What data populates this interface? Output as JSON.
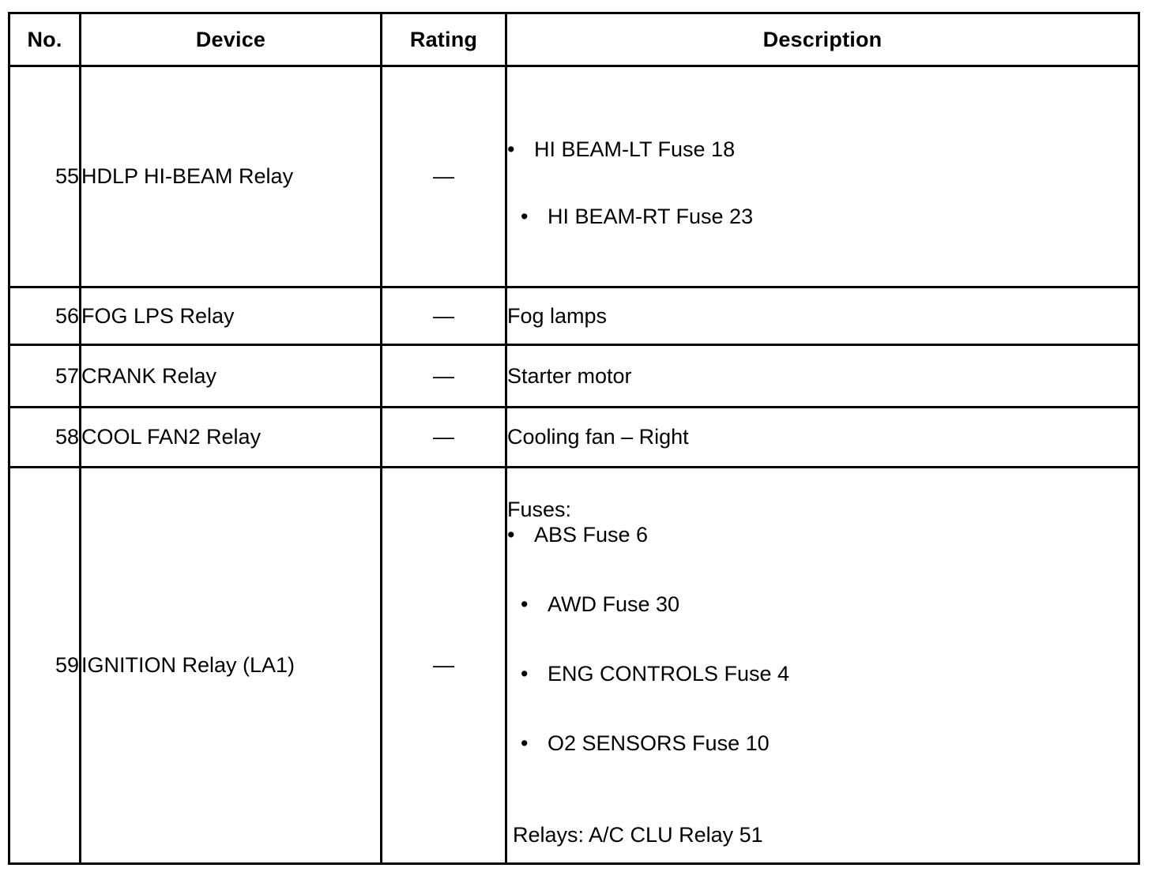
{
  "table": {
    "columns": [
      {
        "key": "no",
        "label": "No."
      },
      {
        "key": "device",
        "label": "Device"
      },
      {
        "key": "rating",
        "label": "Rating"
      },
      {
        "key": "desc",
        "label": "Description"
      }
    ],
    "rows": [
      {
        "no": "55",
        "device": "HDLP HI-BEAM Relay",
        "rating": "—",
        "description": {
          "bullets": [
            {
              "marker": "•",
              "text": "HI BEAM-LT Fuse 18"
            },
            {
              "marker": "•",
              "text": "HI BEAM-RT Fuse 23"
            }
          ]
        }
      },
      {
        "no": "56",
        "device": "FOG LPS Relay",
        "rating": "—",
        "description": {
          "text": "Fog lamps"
        }
      },
      {
        "no": "57",
        "device": "CRANK Relay",
        "rating": "—",
        "description": {
          "text": "Starter motor"
        }
      },
      {
        "no": "58",
        "device": "COOL FAN2 Relay",
        "rating": "—",
        "description": {
          "text": "Cooling fan – Right"
        }
      },
      {
        "no": "59",
        "device": "IGNITION Relay (LA1)",
        "rating": "—",
        "description": {
          "heading": "Fuses:",
          "bullets": [
            {
              "marker": "•",
              "text": "ABS Fuse 6"
            },
            {
              "marker": "•",
              "text": "AWD Fuse 30"
            },
            {
              "marker": "•",
              "text": "ENG CONTROLS Fuse 4"
            },
            {
              "marker": "•",
              "text": "O2 SENSORS Fuse 10"
            }
          ],
          "trailer": "Relays: A/C CLU Relay 51"
        }
      }
    ]
  },
  "style": {
    "border_color": "#000000",
    "text_color": "#000000",
    "background": "#ffffff"
  }
}
